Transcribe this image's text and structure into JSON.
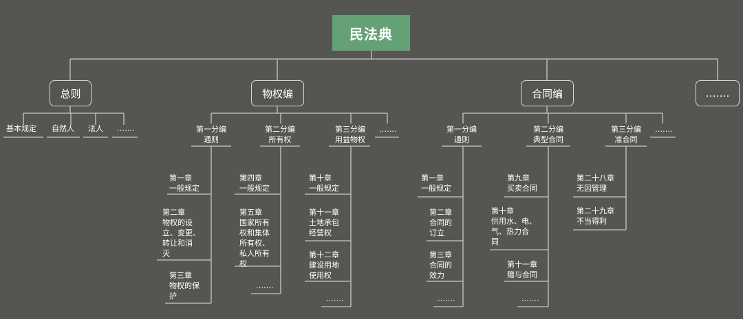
{
  "root": "民法典",
  "parts": {
    "general": "总则",
    "property": "物权编",
    "contract": "合同编",
    "more": "……."
  },
  "general_items": [
    "基本规定",
    "自然人",
    "法人",
    "……."
  ],
  "property_subs": [
    [
      "第一分编",
      "通则"
    ],
    [
      "第二分编",
      "所有权"
    ],
    [
      "第三分编",
      "用益物权"
    ],
    [
      "……."
    ]
  ],
  "contract_subs": [
    [
      "第一分编",
      "通则"
    ],
    [
      "第二分编",
      "典型合同"
    ],
    [
      "第三分编",
      "准合同"
    ],
    [
      "……."
    ]
  ],
  "prop_ch1": [
    [
      "第一章",
      "一般规定"
    ],
    [
      "第二章",
      "物权的设",
      "立、变更、",
      "转让和消",
      "灭"
    ],
    [
      "第三章",
      "物权的保",
      "护"
    ]
  ],
  "prop_ch2": [
    [
      "第四章",
      "一般规定"
    ],
    [
      "第五章",
      "国家所有",
      "权和集体",
      "所有权、",
      "私人所有",
      "权"
    ],
    [
      "……."
    ]
  ],
  "prop_ch3": [
    [
      "第十章",
      "一般规定"
    ],
    [
      "第十一章",
      "土地承包",
      "经营权"
    ],
    [
      "第十二章",
      "建设用地",
      "使用权"
    ],
    [
      "……."
    ]
  ],
  "con_ch1": [
    [
      "第一章",
      "一般规定"
    ],
    [
      "第二章",
      "合同的",
      "订立"
    ],
    [
      "第三章",
      "合同的",
      "效力"
    ],
    [
      "……."
    ]
  ],
  "con_ch2": [
    [
      "第九章",
      "买卖合同"
    ],
    [
      "第十章",
      "供用水、电、",
      "气、热力合",
      "同"
    ],
    [
      "第十一章",
      "赠与合同"
    ],
    [
      "……."
    ]
  ],
  "con_ch3": [
    [
      "第二十八章",
      "无因管理"
    ],
    [
      "第二十九章",
      "不当得利"
    ]
  ]
}
